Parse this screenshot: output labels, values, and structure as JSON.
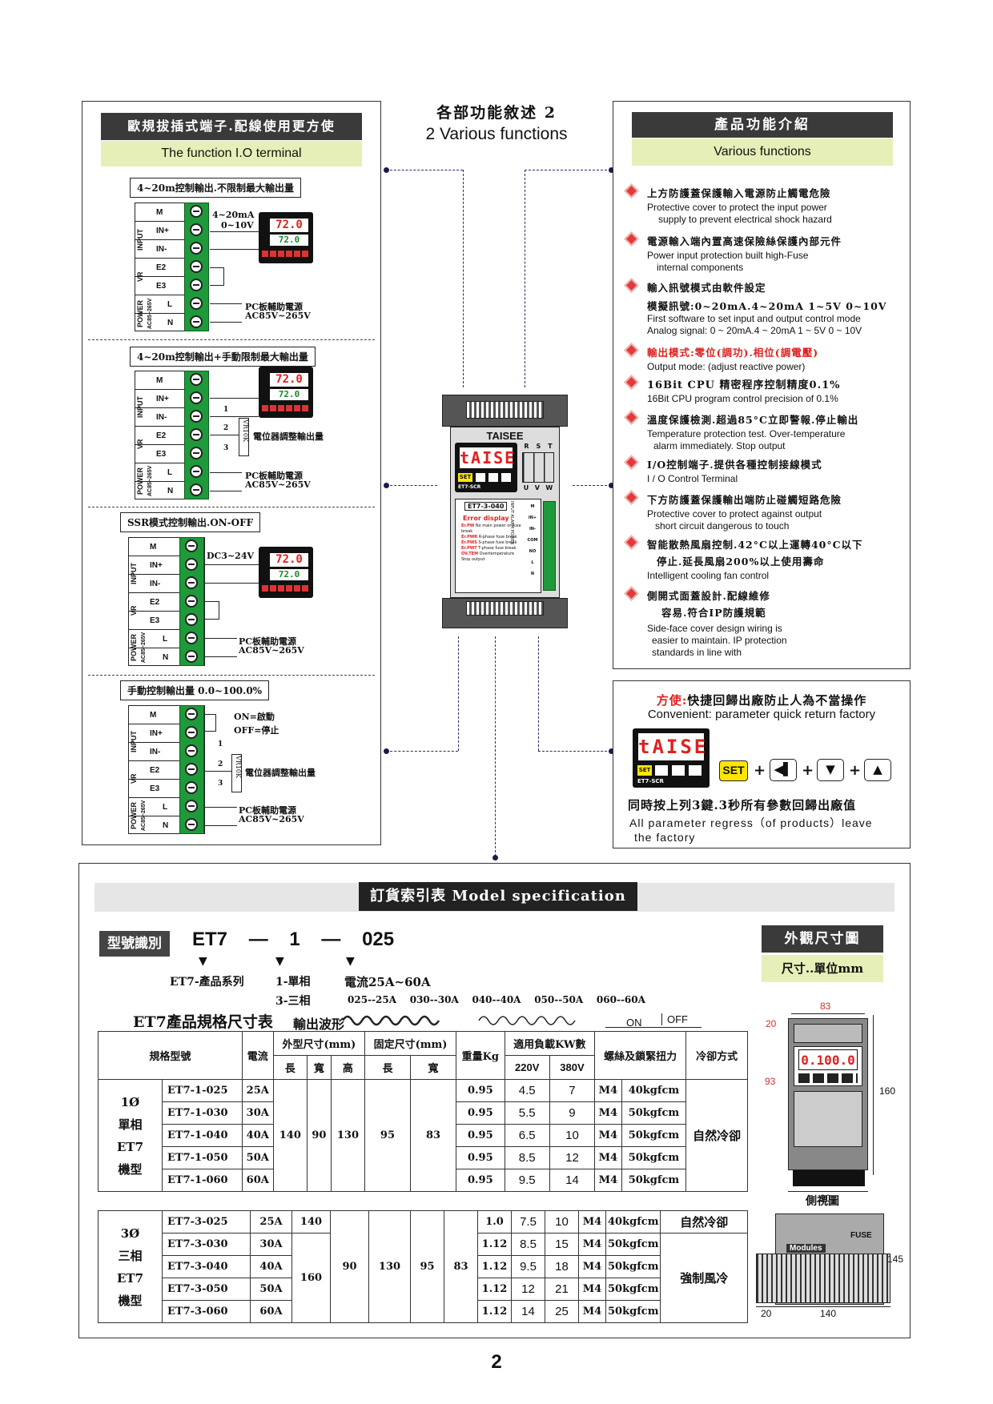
{
  "center_title": {
    "zh": "各部功能敘述 2",
    "en": "2 Various functions"
  },
  "left_panel": {
    "header_zh": "歐規拔插式端子.配線使用更方使",
    "header_en": "The function I.O terminal",
    "sections": [
      {
        "caption": "4~20m控制輸出.不限制最大輸出量",
        "signal": "4~20mA",
        "signal2": "0~10V",
        "pv": "72.0",
        "sv": "72.0",
        "note": "PC板輔助電源",
        "note2": "AC85V~265V"
      },
      {
        "caption": "4~20m控制輸出+手動限制最大輸出量",
        "pv": "72.0",
        "sv": "72.0",
        "pot": "VR10K",
        "pot_note": "電位器調整輸出量",
        "n1": "1",
        "n2": "2",
        "n3": "3",
        "note": "PC板輔助電源",
        "note2": "AC85V~265V"
      },
      {
        "caption": "SSR模式控制輸出.ON-OFF",
        "signal": "DC3~24V",
        "pv": "72.0",
        "sv": "72.0",
        "note": "PC板輔助電源",
        "note2": "AC85V~265V"
      },
      {
        "caption": "手動控制輸出量 0.0~100.0%",
        "on": "ON=啟動",
        "off": "OFF=停止",
        "pot": "VR10K",
        "pot_note": "電位器調整輸出量",
        "n1": "1",
        "n2": "2",
        "n3": "3",
        "note": "PC板輔助電源",
        "note2": "AC85V~265V"
      }
    ],
    "terminals": [
      "M",
      "IN+",
      "IN-",
      "E2",
      "E3",
      "L",
      "N"
    ],
    "side_labels": {
      "input": "INPUT",
      "vr": "VR",
      "power": "POWER",
      "ac": "AC85~265V"
    }
  },
  "device": {
    "brand": "TAISEE",
    "display": "tAISE",
    "set": "SET",
    "model_tag": "ET7-SCR",
    "model_label": "ET7-3-040",
    "phases_top": [
      "R",
      "S",
      "T"
    ],
    "phases_bottom": [
      "U",
      "V",
      "W"
    ],
    "error_title": "Error display",
    "errors": [
      {
        "code": "Er.PW",
        "desc": "No main power or fuse break"
      },
      {
        "code": "Er.PWR",
        "desc": "R-phase fuse break"
      },
      {
        "code": "Er.PWS",
        "desc": "S-phase fuse break"
      },
      {
        "code": "Er.PWT",
        "desc": "T-phase fuse break"
      },
      {
        "code": "OV.TEM",
        "desc": "Overtemperature Stop output"
      }
    ],
    "side_terms": [
      "M",
      "IN+",
      "IN-",
      "COM",
      "NO",
      "L",
      "N"
    ],
    "side_groups": [
      "INPUT",
      "ALARM",
      "POWER"
    ]
  },
  "right_panel": {
    "header_zh": "產品功能介紹",
    "header_en": "Various functions",
    "features": [
      {
        "zh": "上方防護蓋保護輸入電源防止觸電危險",
        "en1": "Protective cover to protect the input power",
        "en2": "supply to prevent electrical shock hazard"
      },
      {
        "zh": "電源輸入端內置高速保險絲保護內部元件",
        "en1": "Power input protection built high-Fuse",
        "en2": "internal components"
      },
      {
        "zh": "輸入訊號模式由軟件設定",
        "zh2": "模擬訊號:0~20mA.4~20mA 1~5V 0~10V",
        "en1": "First software to set input and output control mode",
        "en2": "Analog signal: 0 ~ 20mA.4 ~ 20mA 1 ~ 5V 0 ~ 10V"
      },
      {
        "zh": "輸出模式:零位(調功).相位(調電壓)",
        "en1": "Output mode: (adjust reactive power)"
      },
      {
        "zh": "16Bit CPU 精密程序控制精度0.1%",
        "en1": "16Bit CPU program control precision of 0.1%"
      },
      {
        "zh": "溫度保護檢測.超過85°C立即警報.停止輸出",
        "en1": "Temperature protection test. Over-temperature",
        "en2": "alarm immediately. Stop output"
      },
      {
        "zh": "I/O控制端子.提供各種控制接線模式",
        "en1": "I / O Control Terminal"
      },
      {
        "zh": "下方防護蓋保護輸出端防止碰觸短路危險",
        "en1": "Protective cover to protect against output",
        "en2": "short circuit dangerous to touch"
      },
      {
        "zh": "智能散熱風扇控制.42°C以上運轉40°C以下",
        "zh2": "停止.延長風扇200%以上使用壽命",
        "en1": "Intelligent cooling fan control"
      },
      {
        "zh": "側開式面蓋設計.配線維修",
        "zh2": "容易.符合IP防護規範",
        "en1": "Side-face cover design wiring is",
        "en2": "easier to maintain. IP protection",
        "en3": "standards in line with"
      }
    ]
  },
  "convenient": {
    "title_red": "方使:",
    "title_rest": "快捷回歸出廠防止人為不當操作",
    "en": "Convenient: parameter quick return factory",
    "display": "tAISE",
    "set": "SET",
    "model_tag": "ET7-SCR",
    "plus": "+",
    "zh_bottom": "同時按上列3鍵.3秒所有參數回歸出廠值",
    "en_bottom1": "All parameter regress（of products）leave",
    "en_bottom2": "the factory"
  },
  "order": {
    "title": "訂貨索引表 Model specification",
    "model_label": "型號識別",
    "model_parts": [
      "ET7",
      "—",
      "1",
      "—",
      "025"
    ],
    "series": "ET7-產品系列",
    "phase1": "1-單相",
    "phase3": "3-三相",
    "current_title": "電流25A~60A",
    "current_codes": "025--25A    030--30A    040--40A    050--50A    060--60A",
    "spec_title": "ET7產品規格尺寸表",
    "waveform_label": "輸出波形",
    "on": "ON",
    "off": "OFF",
    "dim_title": "外觀尺寸圖",
    "dim_unit": "尺寸..單位mm",
    "side_view": "側視圖",
    "dims": {
      "top": "83",
      "top_left": "20",
      "height": "160",
      "inner": "93",
      "width": "90",
      "side_h": "145",
      "side_w": "140",
      "side_left": "20"
    },
    "dim_display": "0.100.0",
    "fuse": "FUSE",
    "modules": "Modules"
  },
  "table": {
    "headers": {
      "model": "規格型號",
      "current": "電流",
      "outer": "外型尺寸(mm)",
      "fixed": "固定尺寸(mm)",
      "weight": "重量Kg",
      "load": "適用負載KW數",
      "screw": "螺絲及鎖緊扭力",
      "cooling": "冷卻方式",
      "l": "長",
      "w": "寬",
      "h": "高",
      "fl": "長",
      "fw": "寬",
      "v220": "220V",
      "v380": "380V"
    },
    "group1": {
      "label1": "1Ø",
      "label2": "單相",
      "label3": "ET7",
      "label4": "機型",
      "dims": [
        "140",
        "90",
        "130",
        "95",
        "83"
      ],
      "cooling": "自然冷卻",
      "rows": [
        {
          "model": "ET7-1-025",
          "current": "25A",
          "weight": "0.95",
          "v220": "4.5",
          "v380": "7",
          "screw": "M4",
          "torque": "40kgfcm"
        },
        {
          "model": "ET7-1-030",
          "current": "30A",
          "weight": "0.95",
          "v220": "5.5",
          "v380": "9",
          "screw": "M4",
          "torque": "50kgfcm"
        },
        {
          "model": "ET7-1-040",
          "current": "40A",
          "weight": "0.95",
          "v220": "6.5",
          "v380": "10",
          "screw": "M4",
          "torque": "50kgfcm"
        },
        {
          "model": "ET7-1-050",
          "current": "50A",
          "weight": "0.95",
          "v220": "8.5",
          "v380": "12",
          "screw": "M4",
          "torque": "50kgfcm"
        },
        {
          "model": "ET7-1-060",
          "current": "60A",
          "weight": "0.95",
          "v220": "9.5",
          "v380": "14",
          "screw": "M4",
          "torque": "50kgfcm"
        }
      ]
    },
    "group3": {
      "label1": "3Ø",
      "label2": "三相",
      "label3": "ET7",
      "label4": "機型",
      "l1": "140",
      "l2": "160",
      "dims": [
        "90",
        "130",
        "95",
        "83"
      ],
      "cooling1": "自然冷卻",
      "cooling2": "強制風冷",
      "rows": [
        {
          "model": "ET7-3-025",
          "current": "25A",
          "weight": "1.0",
          "v220": "7.5",
          "v380": "10",
          "screw": "M4",
          "torque": "40kgfcm"
        },
        {
          "model": "ET7-3-030",
          "current": "30A",
          "weight": "1.12",
          "v220": "8.5",
          "v380": "15",
          "screw": "M4",
          "torque": "50kgfcm"
        },
        {
          "model": "ET7-3-040",
          "current": "40A",
          "weight": "1.12",
          "v220": "9.5",
          "v380": "18",
          "screw": "M4",
          "torque": "50kgfcm"
        },
        {
          "model": "ET7-3-050",
          "current": "50A",
          "weight": "1.12",
          "v220": "12",
          "v380": "21",
          "screw": "M4",
          "torque": "50kgfcm"
        },
        {
          "model": "ET7-3-060",
          "current": "60A",
          "weight": "1.12",
          "v220": "14",
          "v380": "25",
          "screw": "M4",
          "torque": "50kgfcm"
        }
      ]
    }
  },
  "page_number": "2",
  "colors": {
    "terminal_green": "#1e9a3a",
    "header_dark": "#3a3a3a",
    "header_green": "#e6efb8",
    "accent_red": "#e02020"
  }
}
